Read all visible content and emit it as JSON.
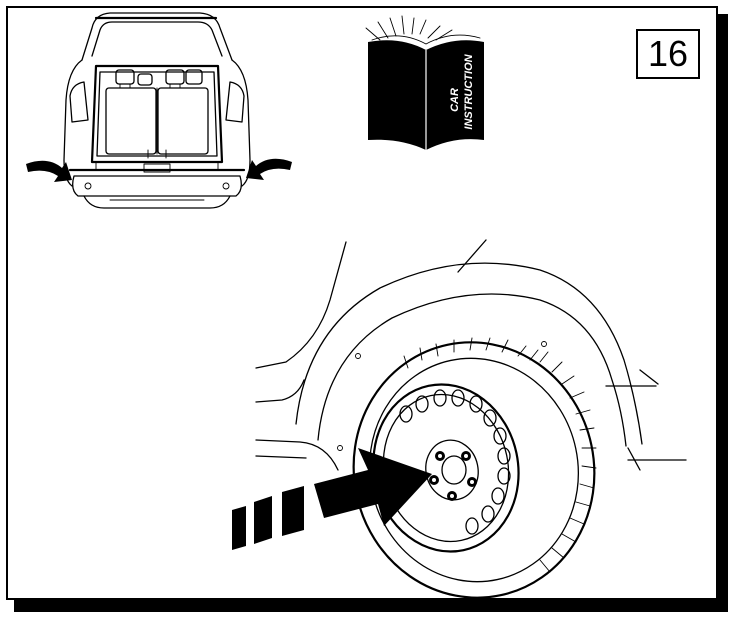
{
  "step": {
    "number": "16"
  },
  "manual": {
    "line1": "CAR",
    "line2": "INSTRUCTION"
  },
  "icons": {
    "rear_view": "car-rear-open-trunk-icon",
    "manual": "open-manual-book-icon",
    "wheel": "spare-wheel-mounting-icon",
    "arrow": "dashed-direction-arrow-icon"
  },
  "colors": {
    "ink": "#000000",
    "paper": "#ffffff"
  }
}
